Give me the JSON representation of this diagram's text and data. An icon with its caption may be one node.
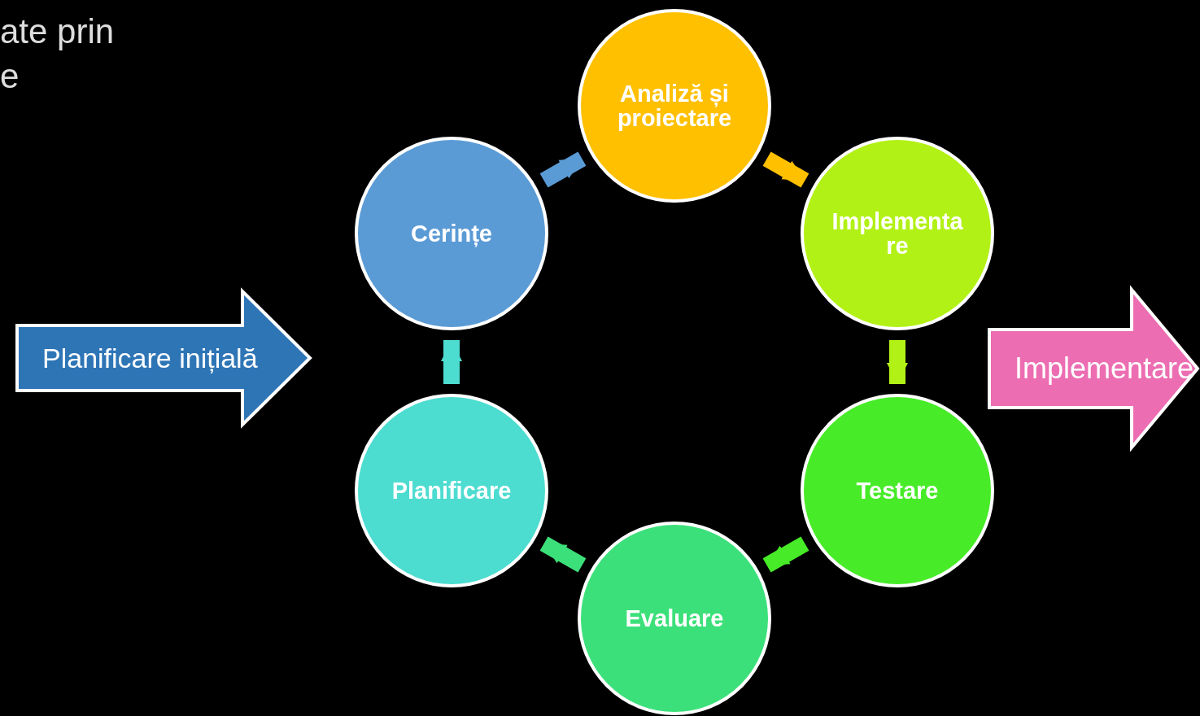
{
  "diagram": {
    "nodes": [
      {
        "text": [
          "Planificare inițială"
        ]
      },
      {
        "text": [
          "Cerințe"
        ]
      },
      {
        "text": [
          "Analiză și proiectare"
        ]
      },
      {
        "text": [
          "Implementare"
        ]
      },
      {
        "text": [
          "Testare"
        ]
      },
      {
        "text": [
          "Evaluare"
        ]
      },
      {
        "text": [
          "Planificare"
        ]
      },
      {
        "text": [
          "Implementare"
        ]
      }
    ],
    "edges": [
      {
        "from": 1,
        "to": 2,
        "arrow": "to",
        "color": "#5b9bd5"
      },
      {
        "from": 2,
        "to": 3,
        "arrow": "to",
        "color": "#ffc000"
      },
      {
        "from": 3,
        "to": 4,
        "arrow": "to",
        "color": "#b2f115"
      },
      {
        "from": 4,
        "to": 5,
        "arrow": "to",
        "color": "#47eb28"
      },
      {
        "from": 5,
        "to": 6,
        "arrow": "to",
        "color": "#3ce07a"
      },
      {
        "from": 6,
        "to": 1,
        "arrow": "to",
        "color": "#4ddcd0"
      }
    ],
    "labels": [
      "ate prin",
      "e"
    ]
  }
}
